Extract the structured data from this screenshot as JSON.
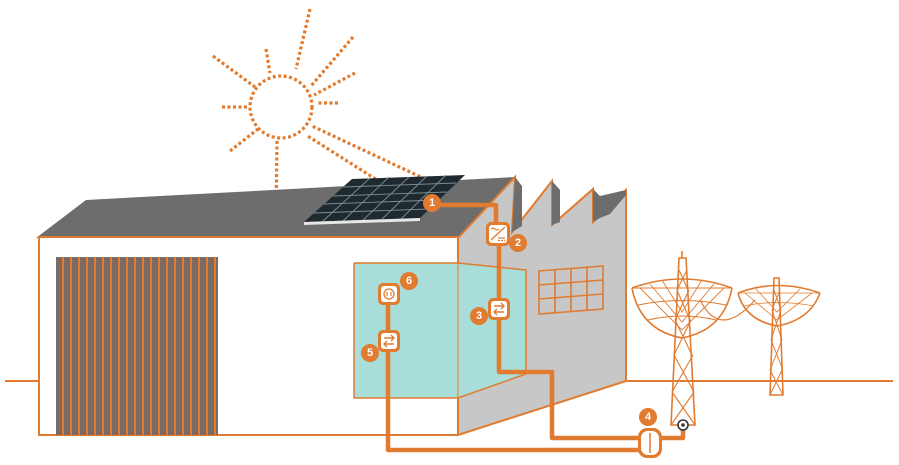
{
  "colors": {
    "accent": "#e07b2f",
    "roof": "#6d6d6d",
    "wall": "#ffffff",
    "wall_outline": "#e07b2f",
    "side_wall": "#c7c7c7",
    "room": "#a8ddd9",
    "panel": "#1f2a30",
    "panel_grid": "#7f8c93"
  },
  "icons": {
    "sun": "sun-icon",
    "solar_panel": "solar-panel-icon",
    "dc_dc_converter": "dc-converter-icon",
    "inverter": "exchange-arrows-icon",
    "meter": "meter-icon",
    "socket": "socket-icon",
    "pylon": "power-pylon-icon"
  },
  "markers": [
    {
      "id": "panel",
      "label": "1"
    },
    {
      "id": "converter",
      "label": "2"
    },
    {
      "id": "inverter-main",
      "label": "3"
    },
    {
      "id": "meter",
      "label": "4"
    },
    {
      "id": "inverter-room",
      "label": "5"
    },
    {
      "id": "socket",
      "label": "6"
    }
  ]
}
